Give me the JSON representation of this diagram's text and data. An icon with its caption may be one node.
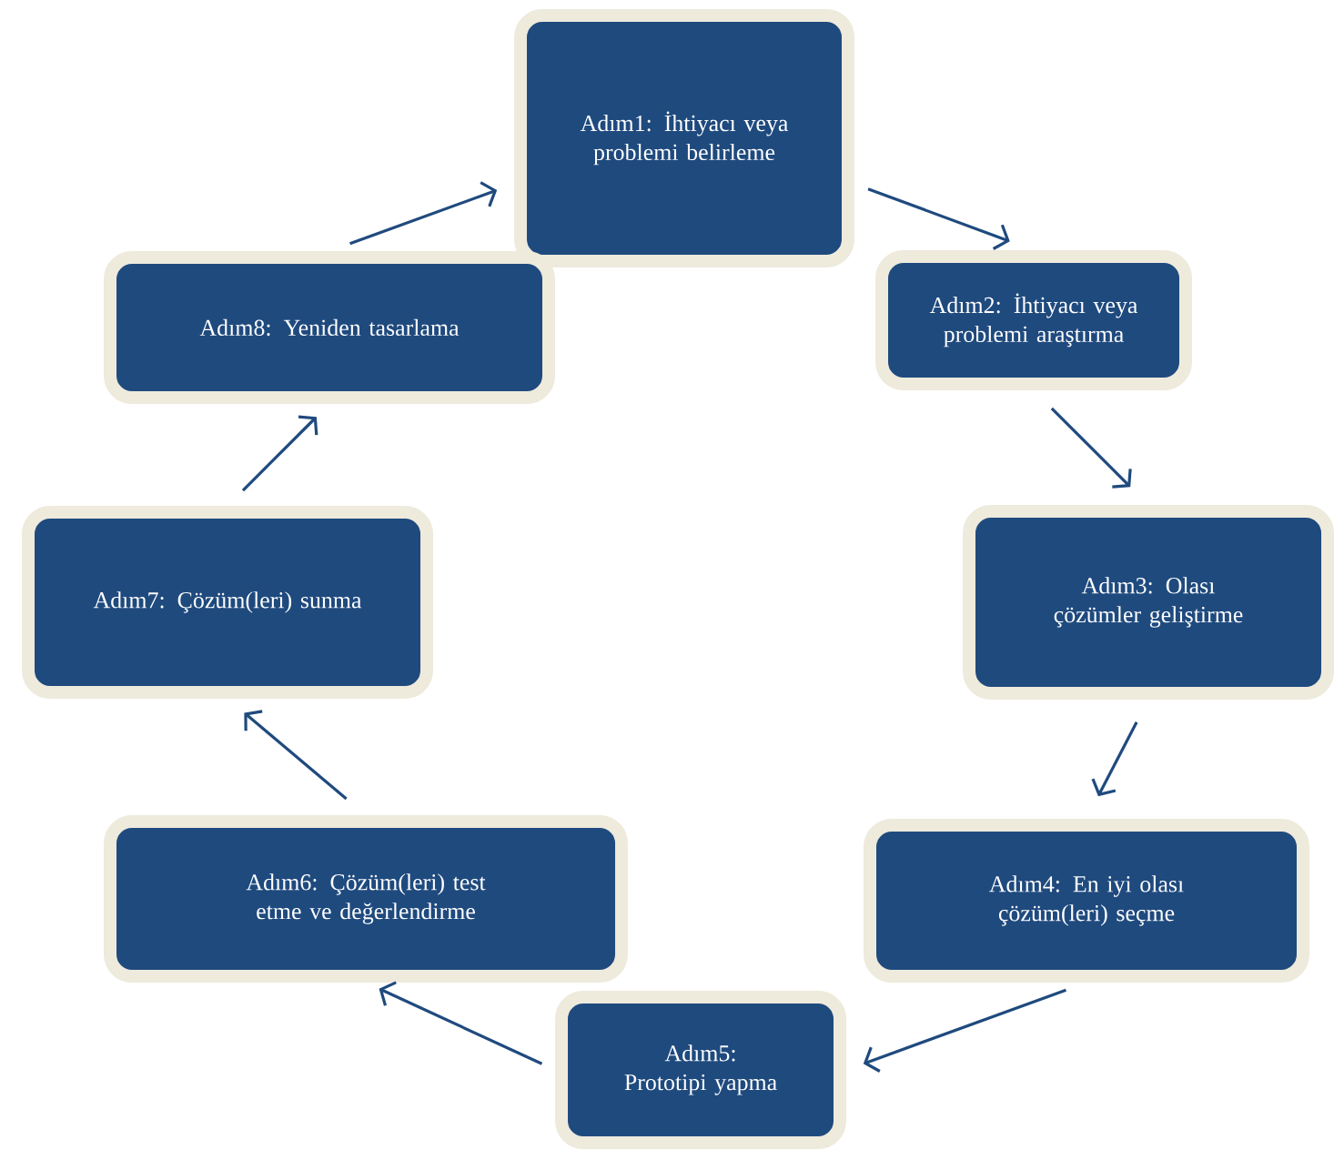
{
  "diagram": {
    "nodes": [
      {
        "text": [
          "Adım1: İhtiyacı veya problemi belirleme"
        ]
      },
      {
        "text": [
          "Adım2: İhtiyacı veya problemi araştırma"
        ]
      },
      {
        "text": [
          "Adım3: Olası çözümler geliştirme"
        ]
      },
      {
        "text": [
          "Adım4: En iyi olası çözüm(leri) seçme"
        ]
      },
      {
        "text": [
          "Adım5: Prototipi yapma"
        ]
      },
      {
        "text": [
          "Adım6: Çözüm(leri) test etme ve değerlendirme"
        ]
      },
      {
        "text": [
          "Adım7: Çözüm(leri) sunma"
        ]
      },
      {
        "text": [
          "Adım8: Yeniden tasarlama"
        ]
      }
    ],
    "edges": [
      {
        "from": 0,
        "to": 1,
        "arrow": "to"
      },
      {
        "from": 1,
        "to": 2,
        "arrow": "to"
      },
      {
        "from": 2,
        "to": 3,
        "arrow": "to"
      },
      {
        "from": 3,
        "to": 4,
        "arrow": "to"
      },
      {
        "from": 4,
        "to": 5,
        "arrow": "to"
      },
      {
        "from": 5,
        "to": 6,
        "arrow": "to"
      },
      {
        "from": 6,
        "to": 7,
        "arrow": "to"
      },
      {
        "from": 7,
        "to": 0,
        "arrow": "to"
      }
    ]
  }
}
